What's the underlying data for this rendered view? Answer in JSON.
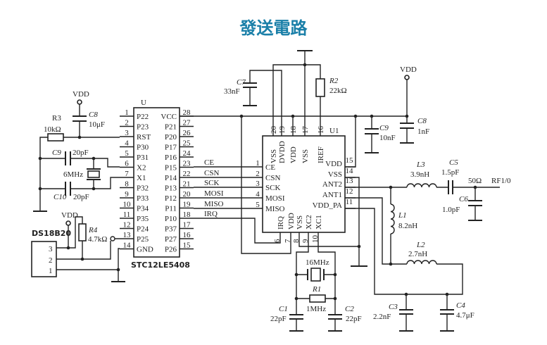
{
  "title": "發送電路",
  "vdd_label": "VDD",
  "mcu": {
    "ref": "U",
    "part": "STC12LE5408",
    "left_pins": [
      [
        "1",
        "P22"
      ],
      [
        "2",
        "P23"
      ],
      [
        "3",
        "RST"
      ],
      [
        "4",
        "P30"
      ],
      [
        "5",
        "P31"
      ],
      [
        "6",
        "X2"
      ],
      [
        "7",
        "X1"
      ],
      [
        "8",
        "P32"
      ],
      [
        "9",
        "P33"
      ],
      [
        "10",
        "P34"
      ],
      [
        "11",
        "P35"
      ],
      [
        "12",
        "P24"
      ],
      [
        "13",
        "P25"
      ],
      [
        "14",
        "GND"
      ]
    ],
    "right_pins": [
      [
        "28",
        "VCC"
      ],
      [
        "27",
        "P21"
      ],
      [
        "26",
        "P20"
      ],
      [
        "25",
        "P17"
      ],
      [
        "24",
        "P16"
      ],
      [
        "23",
        "P15"
      ],
      [
        "22",
        "P14"
      ],
      [
        "21",
        "P13"
      ],
      [
        "20",
        "P12"
      ],
      [
        "19",
        "P11"
      ],
      [
        "18",
        "P10"
      ],
      [
        "17",
        "P37"
      ],
      [
        "16",
        "P27"
      ],
      [
        "15",
        "P26"
      ]
    ]
  },
  "nets": [
    "CE",
    "CSN",
    "SCK",
    "MOSI",
    "MISO",
    "IRQ"
  ],
  "rf": {
    "ref": "U1",
    "left_pins": [
      [
        "1",
        "CE"
      ],
      [
        "2",
        "CSN"
      ],
      [
        "3",
        "SCK"
      ],
      [
        "4",
        "MOSI"
      ],
      [
        "5",
        "MISO"
      ]
    ],
    "right_pins": [
      [
        "15",
        "VDD"
      ],
      [
        "14",
        "VSS"
      ],
      [
        "13",
        "ANT2"
      ],
      [
        "12",
        "ANT1"
      ],
      [
        "11",
        "VDD_PA"
      ]
    ],
    "top_pins": [
      [
        "20",
        "VSS"
      ],
      [
        "19",
        "DVDD"
      ],
      [
        "18",
        "VDD"
      ],
      [
        "17",
        "VSS"
      ],
      [
        "16",
        "IREF"
      ]
    ],
    "bottom_pins": [
      [
        "6",
        "IRQ"
      ],
      [
        "7",
        "VDD"
      ],
      [
        "8",
        "VSS"
      ],
      [
        "9",
        "XC2"
      ],
      [
        "10",
        "XC1"
      ]
    ]
  },
  "sensor": {
    "name": "DS18B20",
    "pins": [
      "3",
      "2",
      "1"
    ]
  },
  "components": {
    "R3": {
      "ref": "R3",
      "value": "10kΩ"
    },
    "C8L": {
      "ref": "C8",
      "value": "10μF"
    },
    "C9L": {
      "ref": "C9",
      "value": "20pF"
    },
    "C10": {
      "ref": "C10",
      "value": "20pF"
    },
    "X6": {
      "value": "6MHz"
    },
    "R4": {
      "ref": "R4",
      "value": "4.7kΩ"
    },
    "C7": {
      "ref": "C7",
      "value": "33nF"
    },
    "R2": {
      "ref": "R2",
      "value": "22kΩ"
    },
    "C9R": {
      "ref": "C9",
      "value": "10nF"
    },
    "C8R": {
      "ref": "C8",
      "value": "1nF"
    },
    "L3": {
      "ref": "L3",
      "value": "3.9nH"
    },
    "C5": {
      "ref": "C5",
      "value": "1.5pF"
    },
    "C6": {
      "ref": "C6",
      "value": "1.0pF"
    },
    "L1": {
      "ref": "L1",
      "value": "8.2nH"
    },
    "L2": {
      "ref": "L2",
      "value": "2.7nH"
    },
    "C3": {
      "ref": "C3",
      "value": "2.2nF"
    },
    "C4": {
      "ref": "C4",
      "value": "4.7μF"
    },
    "X16": {
      "value": "16MHz"
    },
    "R1": {
      "ref": "R1",
      "value": "1MHz"
    },
    "C1": {
      "ref": "C1",
      "value": "22pF"
    },
    "C2": {
      "ref": "C2",
      "value": "22pF"
    }
  },
  "rf_out": {
    "impedance": "50Ω",
    "port": "RF1/0"
  },
  "colors": {
    "title": "#1a7fa8",
    "line": "#222222"
  }
}
